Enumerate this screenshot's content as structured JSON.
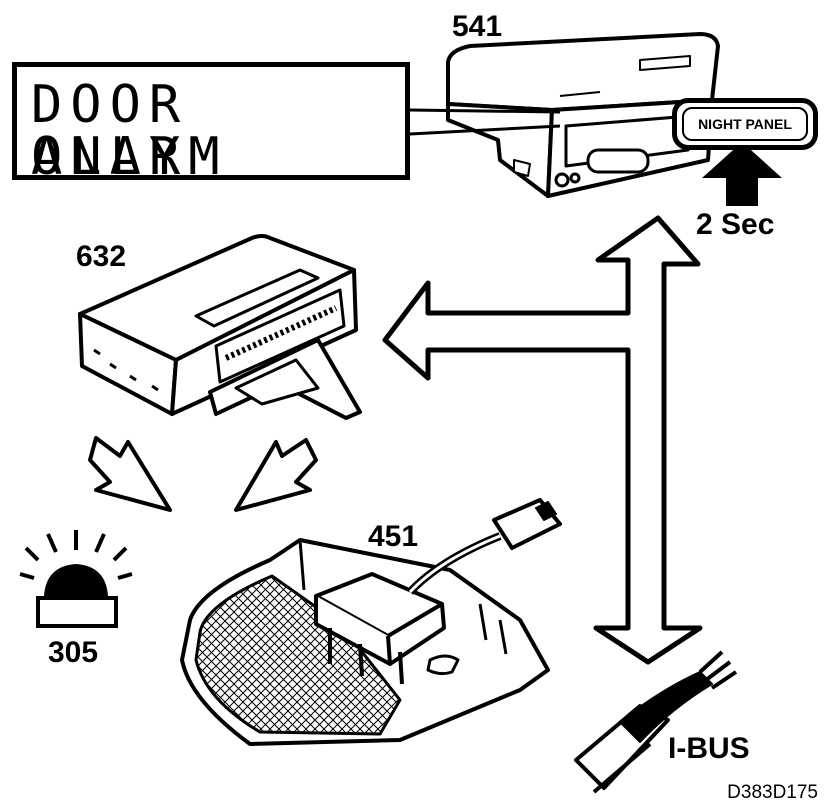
{
  "display": {
    "line1": "DOOR ALARM",
    "line2": "ONLY"
  },
  "labels": {
    "radio": "541",
    "module": "632",
    "lamp": "451",
    "beacon": "305",
    "night_panel": "NIGHT PANEL",
    "duration": "2 Sec",
    "bus": "I-BUS",
    "reference": "D383D175"
  },
  "icons": [
    "radio-unit-icon",
    "control-module-icon",
    "interior-lamp-icon",
    "warning-light-icon",
    "bus-connector-icon",
    "arrow-icon"
  ]
}
